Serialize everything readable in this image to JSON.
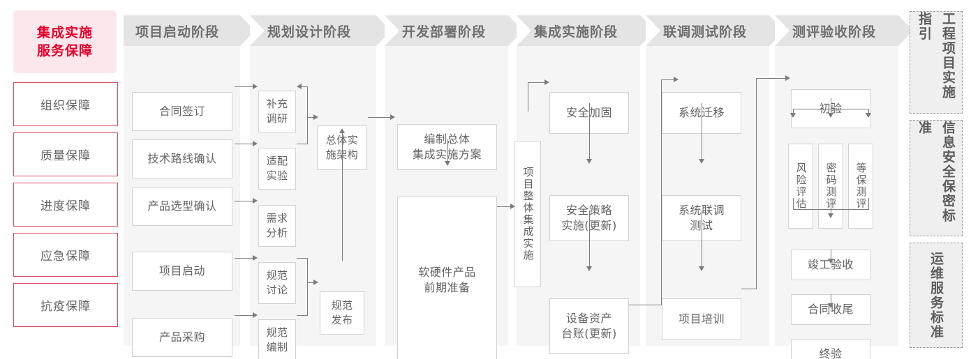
{
  "left_panel": {
    "title": "集成实施\n服务保障",
    "title_line1": "集成实施",
    "title_line2": "服务保障",
    "accent_color": "#e3002b",
    "items": [
      {
        "label": "组织保障"
      },
      {
        "label": "质量保障"
      },
      {
        "label": "进度保障"
      },
      {
        "label": "应急保障"
      },
      {
        "label": "抗疫保障"
      }
    ]
  },
  "phases": [
    {
      "header": "项目启动阶段",
      "nodes": [
        {
          "label": "合同签订"
        },
        {
          "label": "技术路线确认"
        },
        {
          "label": "产品选型确认"
        },
        {
          "label": "项目启动"
        },
        {
          "label": "产品采购"
        }
      ]
    },
    {
      "header": "规划设计阶段",
      "nodes": [
        {
          "label": "补充\n调研",
          "l1": "补充",
          "l2": "调研"
        },
        {
          "label": "适配\n实验",
          "l1": "适配",
          "l2": "实验"
        },
        {
          "label": "需求\n分析",
          "l1": "需求",
          "l2": "分析"
        },
        {
          "label": "规范\n讨论",
          "l1": "规范",
          "l2": "讨论"
        },
        {
          "label": "规范\n编制",
          "l1": "规范",
          "l2": "编制"
        },
        {
          "label": "总体实\n施架构",
          "l1": "总体实",
          "l2": "施架构"
        },
        {
          "label": "规范\n发布",
          "l1": "规范",
          "l2": "发布"
        }
      ]
    },
    {
      "header": "开发部署阶段",
      "nodes": [
        {
          "label": "编制总体\n集成实施方案",
          "l1": "编制总体",
          "l2": "集成实施方案"
        },
        {
          "label": "软硬件产品\n前期准备",
          "l1": "软硬件产品",
          "l2": "前期准备"
        }
      ]
    },
    {
      "header": "集成实施阶段",
      "nodes": [
        {
          "label": "项目整体集成实施"
        },
        {
          "label": "安全加固"
        },
        {
          "label": "安全策略\n实施(更新)",
          "l1": "安全策略",
          "l2": "实施(更新)"
        },
        {
          "label": "设备资产\n台账(更新)",
          "l1": "设备资产",
          "l2": "台账(更新)"
        }
      ]
    },
    {
      "header": "联调测试阶段",
      "nodes": [
        {
          "label": "系统迁移"
        },
        {
          "label": "系统联调\n测试",
          "l1": "系统联调",
          "l2": "测试"
        },
        {
          "label": "项目培训"
        }
      ]
    },
    {
      "header": "测评验收阶段",
      "nodes": [
        {
          "label": "初验"
        },
        {
          "label": "风险评估"
        },
        {
          "label": "密码测评"
        },
        {
          "label": "等保测评"
        },
        {
          "label": "竣工验收"
        },
        {
          "label": "合同收尾"
        },
        {
          "label": "终验"
        }
      ]
    }
  ],
  "standards": [
    {
      "label": "工程项目实施指引"
    },
    {
      "label": "信息安全保密标准"
    },
    {
      "label": "运维服务标准"
    }
  ],
  "colors": {
    "accent": "#e3002b",
    "guard_border": "#d94a5e",
    "header_bg": "#e4e4e4",
    "column_bg": "#f5f5f5",
    "node_border": "#d2d2d2",
    "text": "#636363",
    "connector": "#7b7b7b"
  }
}
